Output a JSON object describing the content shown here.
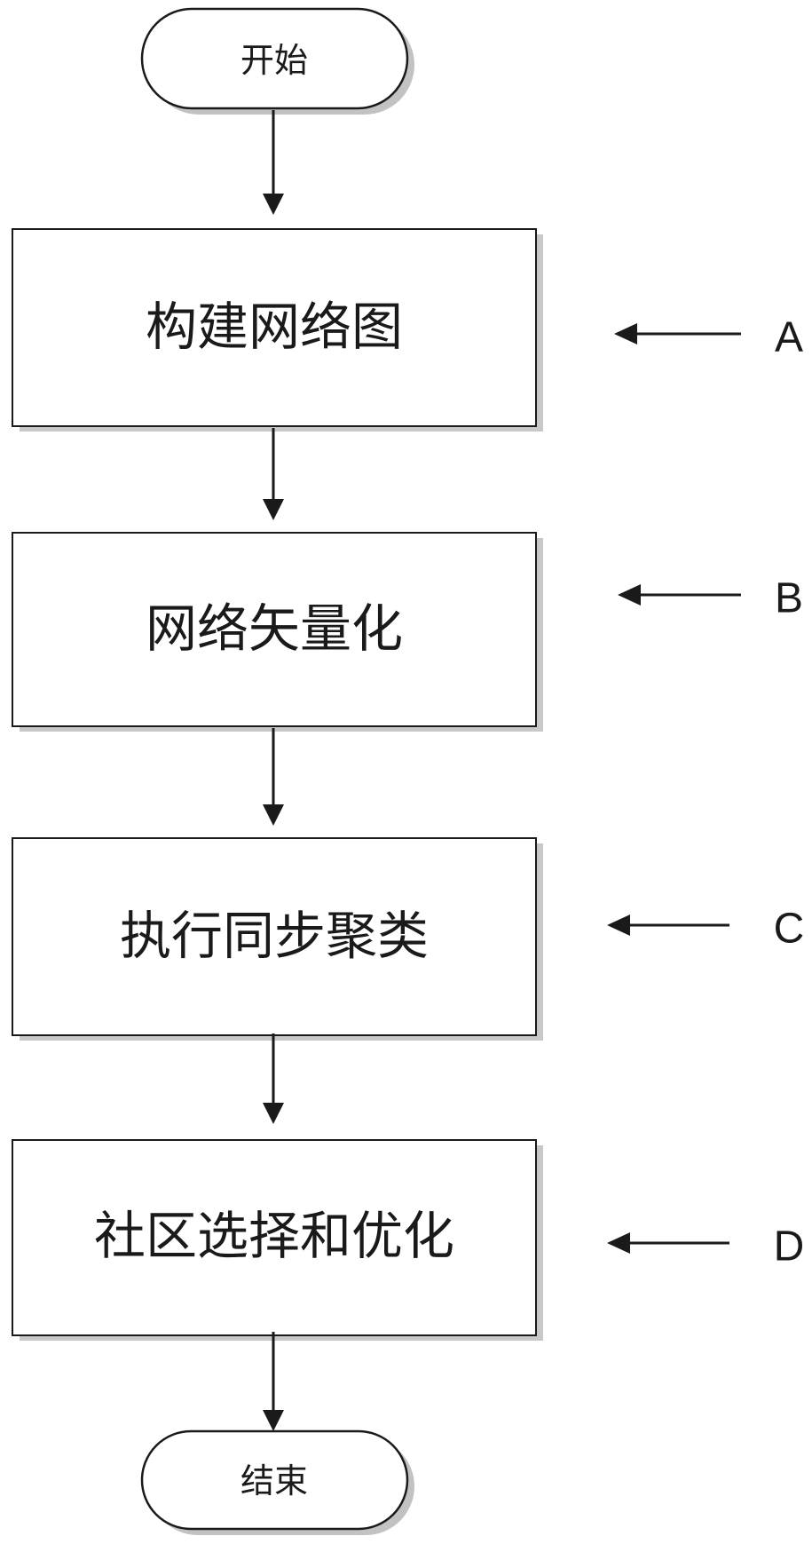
{
  "flowchart": {
    "start": {
      "label": "开始"
    },
    "steps": [
      {
        "label": "构建网络图",
        "marker": "A"
      },
      {
        "label": "网络矢量化",
        "marker": "B"
      },
      {
        "label": "执行同步聚类",
        "marker": "C"
      },
      {
        "label": "社区选择和优化",
        "marker": "D"
      }
    ],
    "end": {
      "label": "结束"
    },
    "colors": {
      "stroke": "#1a1a1a",
      "shadow": "#9a9a9a",
      "fill": "#ffffff"
    }
  }
}
